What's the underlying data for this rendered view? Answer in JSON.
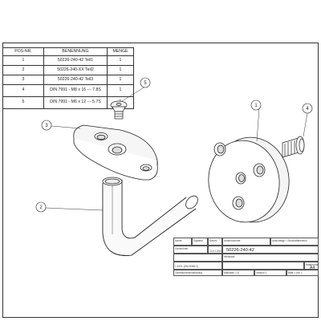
{
  "bom": {
    "headers": [
      "POS-NR.",
      "BENENNUNG",
      "MENGE"
    ],
    "rows": [
      {
        "pos": "1",
        "name": "50226-240-42 Teil1",
        "qty": "1"
      },
      {
        "pos": "2",
        "name": "50226-240-XX Teil2",
        "qty": "1"
      },
      {
        "pos": "3",
        "name": "50226-240-42 Teil3",
        "qty": "1"
      },
      {
        "pos": "4",
        "name": "DIN 7991 - M8 x 16 --- 7.8S",
        "qty": "1"
      },
      {
        "pos": "5",
        "name": "DIN 7991 - M6 x 12 --- 5.7S",
        "qty": "1"
      }
    ]
  },
  "balloons": [
    "1",
    "2",
    "3",
    "4",
    "5"
  ],
  "title_block": {
    "name_label": "Name",
    "signature_label": "Signatur",
    "date_label": "Datum",
    "article_label": "Artikelnummer",
    "drawing_label": "Ansichtstyp / Geschäftsbereich",
    "drawn_label": "Gezeichnet",
    "date_value": "12.01.2021",
    "article_number": "50226-240-42",
    "material_label": "Werkstoff",
    "material_value": "1.4301 (EN10088-2)",
    "format_label": "Blattformat",
    "format_value": "A4",
    "finish_label": "Oberflächenbehandlung",
    "scale": "Maßstab: 1:5",
    "version": "Version 1",
    "sheet": "Blatt 1 von 1"
  }
}
